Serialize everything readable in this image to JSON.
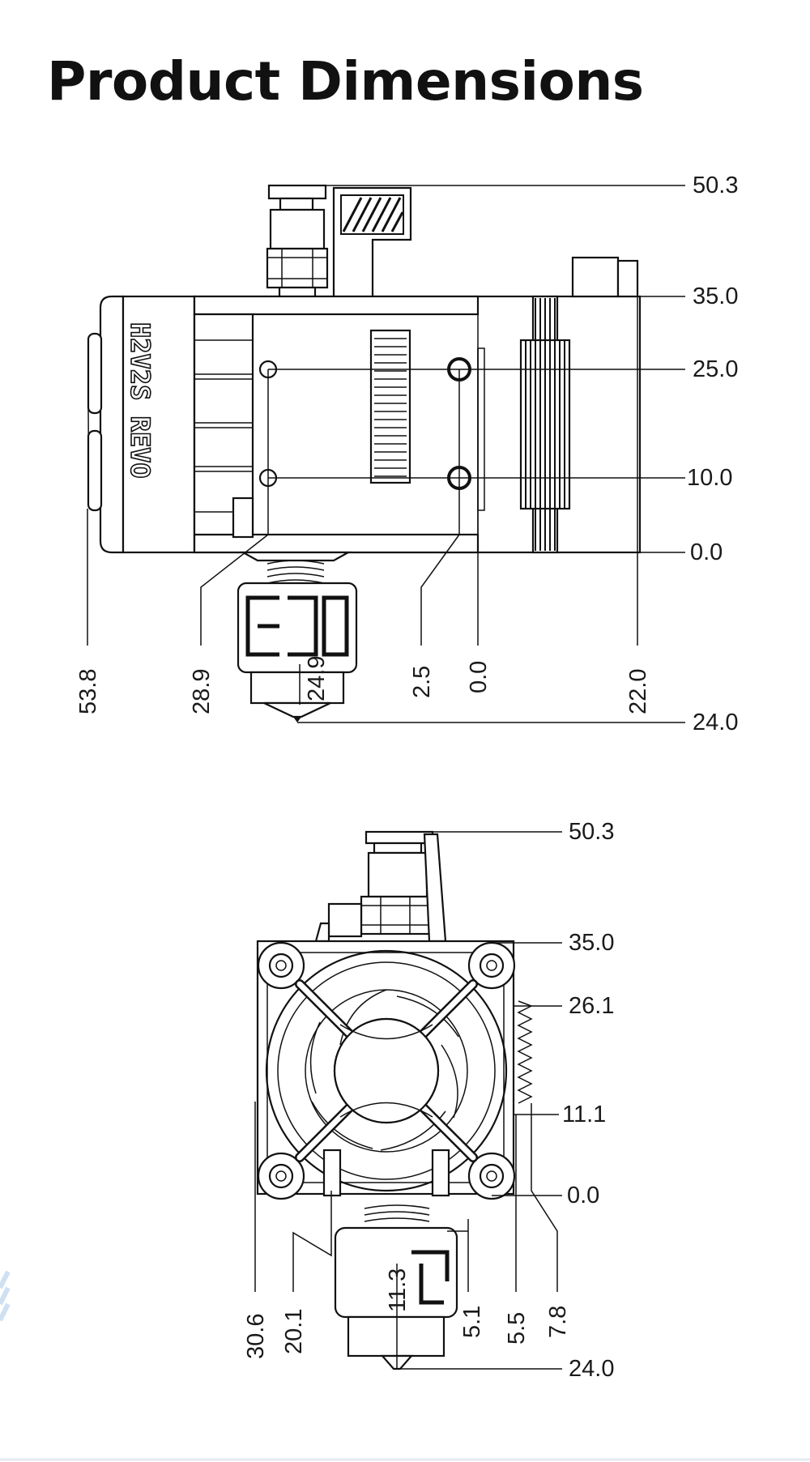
{
  "title": "Product Dimensions",
  "side_view": {
    "brand_text": "H2V2S REVO",
    "right_labels": [
      "50.3",
      "35.0",
      "25.0",
      "10.0",
      "0.0",
      "24.0"
    ],
    "bottom_labels": [
      "53.8",
      "28.9",
      "24.9",
      "2.5",
      "0.0",
      "22.0"
    ]
  },
  "front_view": {
    "right_labels": [
      "50.3",
      "35.0",
      "26.1",
      "11.1",
      "0.0",
      "24.0"
    ],
    "bottom_labels": [
      "30.6",
      "20.1",
      "11.3",
      "5.1",
      "5.5",
      "7.8"
    ]
  }
}
